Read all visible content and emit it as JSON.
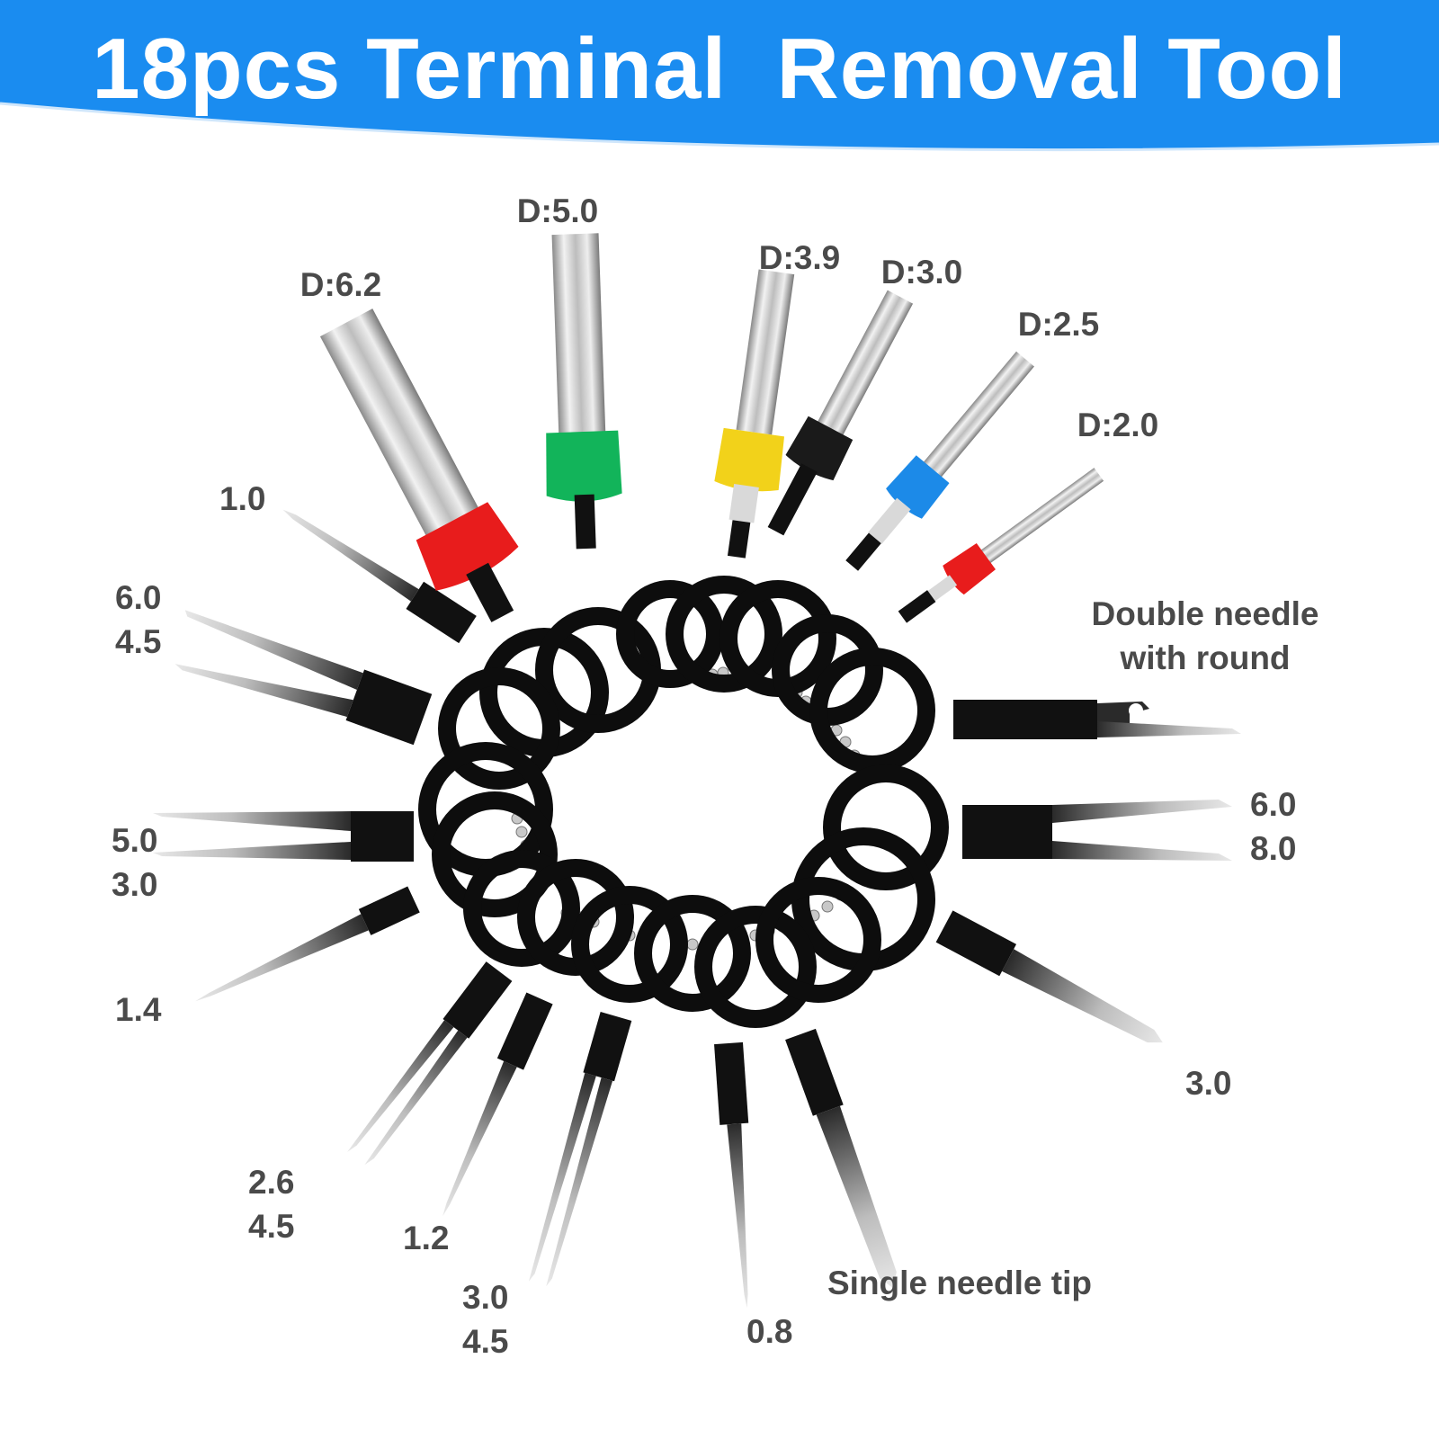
{
  "header": {
    "title": "18pcs Terminal  Removal Tool",
    "background_color": "#1a8cf0"
  },
  "tube_tools": [
    {
      "diameter_label": "D:6.2",
      "cap_color": "#e81c1c"
    },
    {
      "diameter_label": "D:5.0",
      "cap_color": "#12b45a"
    },
    {
      "diameter_label": "D:3.9",
      "cap_color": "#f2d21a"
    },
    {
      "diameter_label": "D:3.0",
      "cap_color": "#1a1a1a"
    },
    {
      "diameter_label": "D:2.5",
      "cap_color": "#1c8ae8"
    },
    {
      "diameter_label": "D:2.0",
      "cap_color": "#e81c1c"
    }
  ],
  "pin_labels": {
    "p1_0": "1.0",
    "p6_0_4_5_a": "6.0",
    "p6_0_4_5_b": "4.5",
    "p5_0": "5.0",
    "p3_0_left": "3.0",
    "p1_4": "1.4",
    "p2_6": "2.6",
    "p4_5_a": "4.5",
    "p1_2": "1.2",
    "p3_0_bottom": "3.0",
    "p4_5_b": "4.5",
    "p0_8": "0.8",
    "p3_0_right": "3.0",
    "p6_0_right": "6.0",
    "p8_0_right": "8.0"
  },
  "callouts": {
    "double_needle_line1": "Double needle",
    "double_needle_line2": "with round",
    "single_needle": "Single needle tip"
  }
}
